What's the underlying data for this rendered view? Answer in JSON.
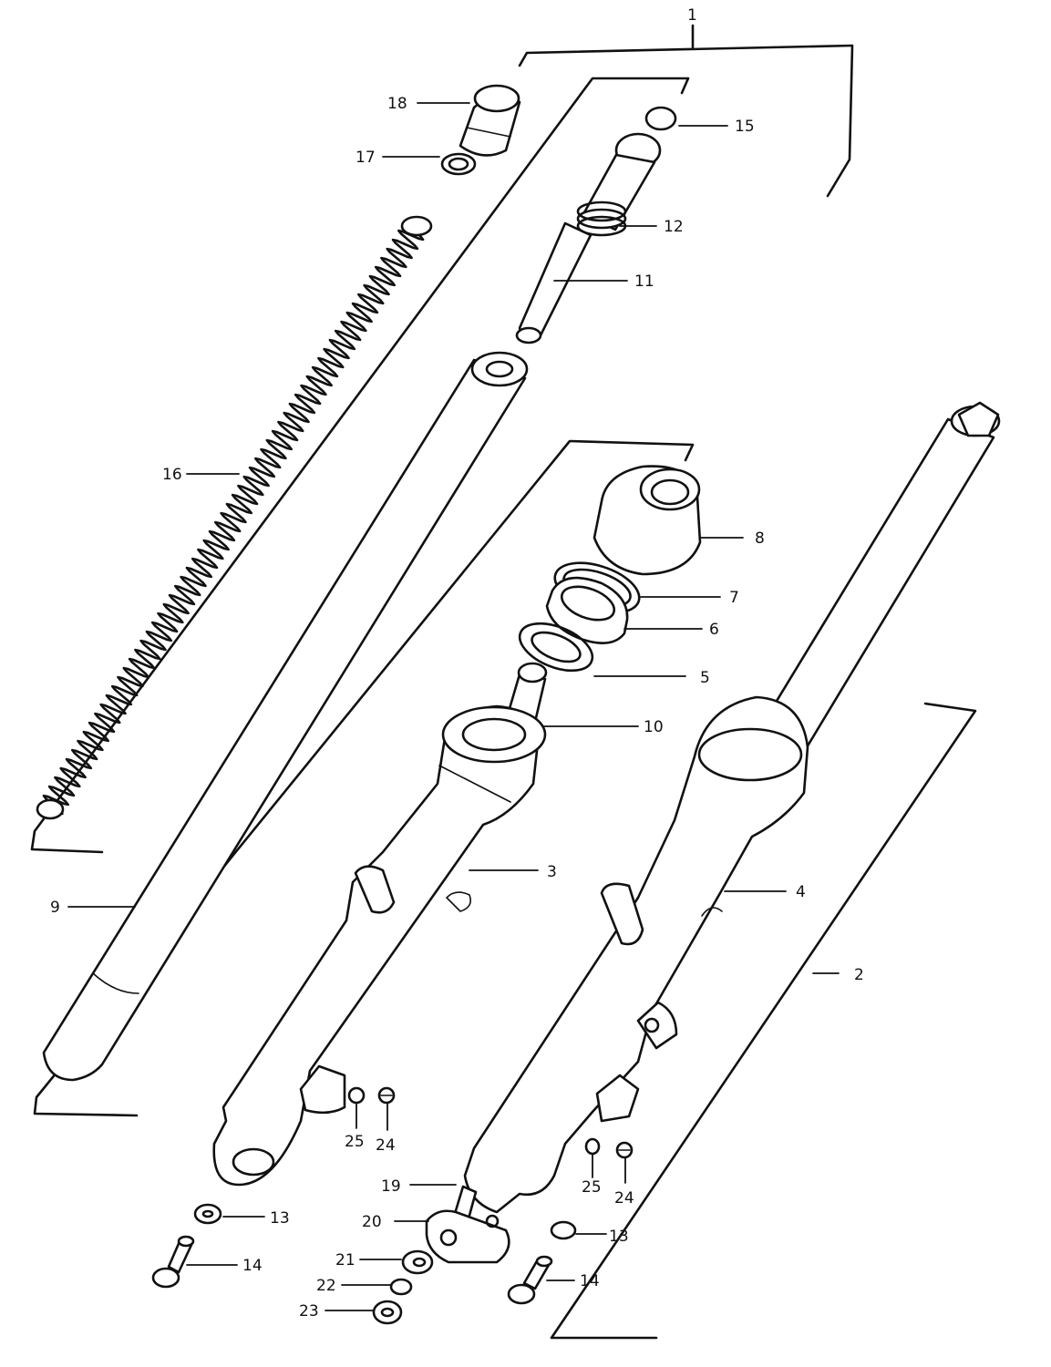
{
  "callouts": [
    {
      "id": "c1",
      "text": "1"
    },
    {
      "id": "c2",
      "text": "2"
    },
    {
      "id": "c3",
      "text": "3"
    },
    {
      "id": "c4",
      "text": "4"
    },
    {
      "id": "c5",
      "text": "5"
    },
    {
      "id": "c6",
      "text": "6"
    },
    {
      "id": "c7",
      "text": "7"
    },
    {
      "id": "c8",
      "text": "8"
    },
    {
      "id": "c9",
      "text": "9"
    },
    {
      "id": "c10",
      "text": "10"
    },
    {
      "id": "c11",
      "text": "11"
    },
    {
      "id": "c12",
      "text": "12"
    },
    {
      "id": "c13a",
      "text": "13"
    },
    {
      "id": "c13b",
      "text": "13"
    },
    {
      "id": "c14a",
      "text": "14"
    },
    {
      "id": "c14b",
      "text": "14"
    },
    {
      "id": "c15",
      "text": "15"
    },
    {
      "id": "c16",
      "text": "16"
    },
    {
      "id": "c17",
      "text": "17"
    },
    {
      "id": "c18",
      "text": "18"
    },
    {
      "id": "c19",
      "text": "19"
    },
    {
      "id": "c20",
      "text": "20"
    },
    {
      "id": "c21",
      "text": "21"
    },
    {
      "id": "c22",
      "text": "22"
    },
    {
      "id": "c23",
      "text": "23"
    },
    {
      "id": "c24a",
      "text": "24"
    },
    {
      "id": "c24b",
      "text": "24"
    },
    {
      "id": "c25a",
      "text": "25"
    },
    {
      "id": "c25b",
      "text": "25"
    }
  ]
}
